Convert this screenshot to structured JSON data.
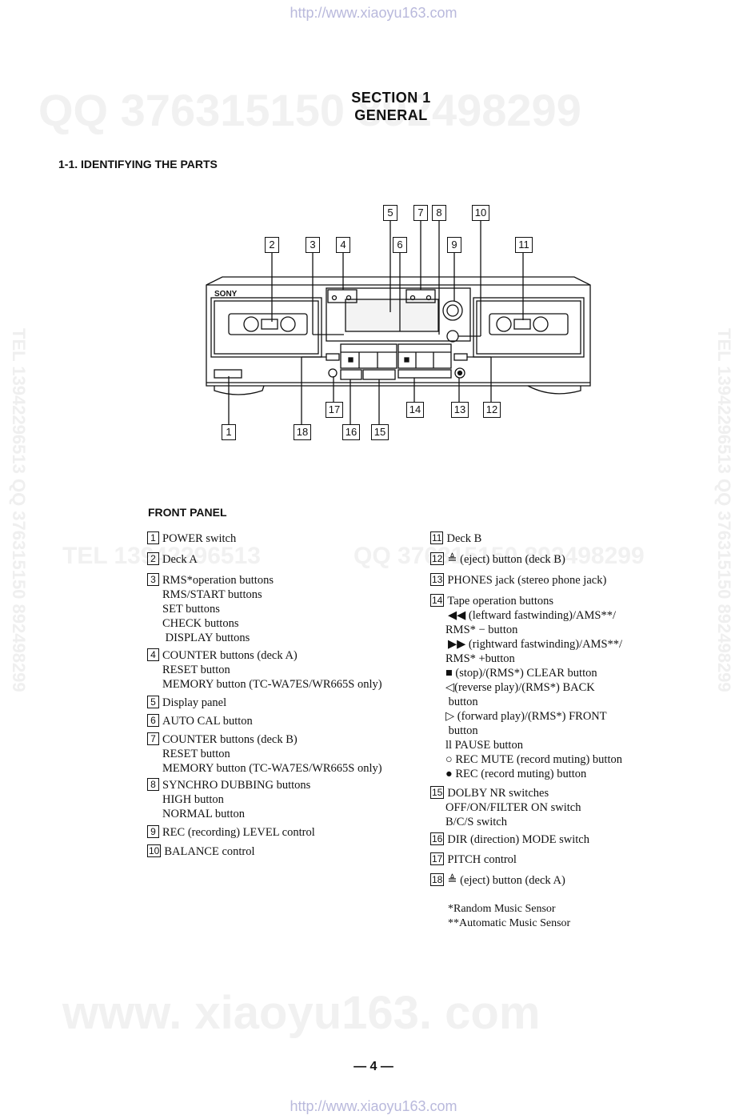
{
  "watermarks": {
    "top_url": "http://www.xiaoyu163.com",
    "bottom_url": "http://www.xiaoyu163.com",
    "qq_top": "QQ 376315150 892498299",
    "tel_middle": "TEL 13942296513",
    "qq_middle": "QQ 376315150 892498299",
    "side_left": "TEL 13942296513 QQ 376315150 892498299",
    "side_right": "TEL 13942296513 QQ 376315150 892498299",
    "bottom_big": "www. xiaoyu163. com"
  },
  "section": {
    "line1": "SECTION 1",
    "line2": "GENERAL"
  },
  "subsection": "1-1. IDENTIFYING THE PARTS",
  "device": {
    "brand": "SONY",
    "callouts": [
      "1",
      "2",
      "3",
      "4",
      "5",
      "6",
      "7",
      "8",
      "9",
      "10",
      "11",
      "12",
      "13",
      "14",
      "15",
      "16",
      "17",
      "18"
    ]
  },
  "front_panel": {
    "title": "FRONT PANEL",
    "left": [
      {
        "num": "1",
        "label": "POWER switch",
        "subs": []
      },
      {
        "num": "2",
        "label": "Deck A",
        "subs": []
      },
      {
        "num": "3",
        "label": "RMS*operation buttons",
        "subs": [
          "RMS/START buttons",
          "SET buttons",
          "CHECK buttons",
          " DISPLAY buttons"
        ]
      },
      {
        "num": "4",
        "label": "COUNTER buttons (deck A)",
        "subs": [
          "RESET button",
          "MEMORY button (TC-WA7ES/WR665S only)"
        ]
      },
      {
        "num": "5",
        "label": "Display panel",
        "subs": []
      },
      {
        "num": "6",
        "label": "AUTO CAL button",
        "subs": []
      },
      {
        "num": "7",
        "label": "COUNTER buttons (deck B)",
        "subs": [
          "RESET button",
          "MEMORY button (TC-WA7ES/WR665S only)"
        ]
      },
      {
        "num": "8",
        "label": "SYNCHRO DUBBING buttons",
        "subs": [
          "HIGH button",
          "NORMAL button"
        ]
      },
      {
        "num": "9",
        "label": "REC (recording) LEVEL control",
        "subs": []
      },
      {
        "num": "10",
        "label": "BALANCE control",
        "subs": []
      }
    ],
    "right": [
      {
        "num": "11",
        "label": "Deck B",
        "subs": []
      },
      {
        "num": "12",
        "label": "≜ (eject) button (deck B)",
        "subs": []
      },
      {
        "num": "13",
        "label": "PHONES jack (stereo phone jack)",
        "subs": []
      },
      {
        "num": "14",
        "label": "Tape operation buttons",
        "subs": [
          "◀◀ (leftward fastwinding)/AMS**/",
          "RMS* − button",
          "▶▶ (rightward fastwinding)/AMS**/",
          "RMS* +button",
          "■ (stop)/(RMS*) CLEAR button",
          "◁(reverse play)/(RMS*) BACK",
          " button",
          "▷ (forward play)/(RMS*) FRONT",
          " button",
          "ll PAUSE button",
          "○ REC MUTE (record muting) button",
          "● REC (record muting) button"
        ]
      },
      {
        "num": "15",
        "label": "DOLBY NR switches",
        "subs": [
          "OFF/ON/FILTER ON switch",
          "B/C/S switch"
        ]
      },
      {
        "num": "16",
        "label": "DIR (direction) MODE switch",
        "subs": []
      },
      {
        "num": "17",
        "label": "PITCH control",
        "subs": []
      },
      {
        "num": "18",
        "label": "≜ (eject) button (deck A)",
        "subs": []
      }
    ],
    "footnotes": [
      "*Random Music Sensor",
      "**Automatic Music Sensor"
    ]
  },
  "page_number": "— 4 —"
}
